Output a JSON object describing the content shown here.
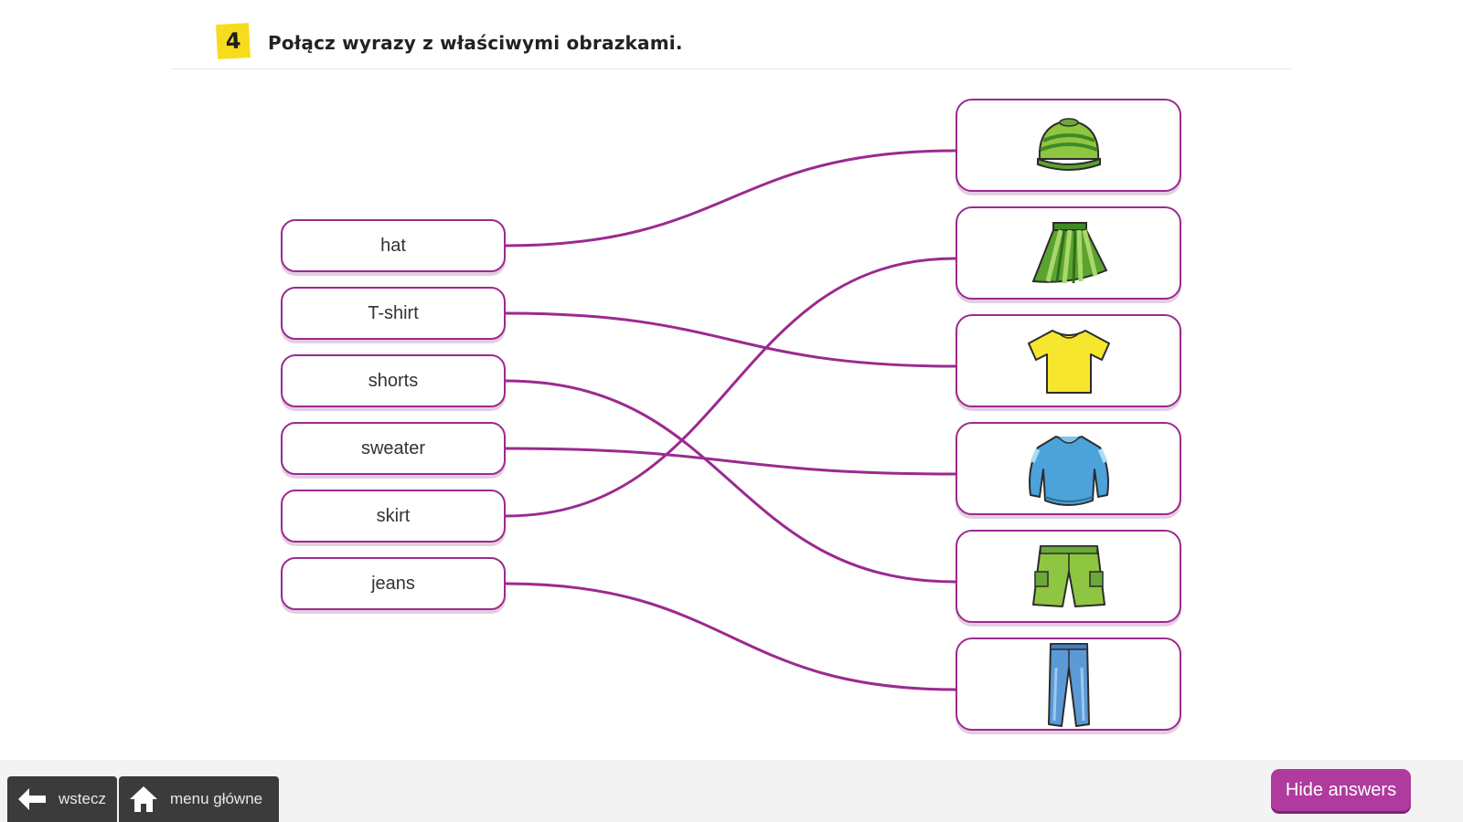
{
  "exercise": {
    "number": "4",
    "title": "Połącz wyrazy z właściwymi obrazkami."
  },
  "words": [
    {
      "label": "hat"
    },
    {
      "label": "T-shirt"
    },
    {
      "label": "shorts"
    },
    {
      "label": "sweater"
    },
    {
      "label": "skirt"
    },
    {
      "label": "jeans"
    }
  ],
  "pictures": [
    {
      "icon": "hat-icon"
    },
    {
      "icon": "skirt-icon"
    },
    {
      "icon": "tshirt-icon"
    },
    {
      "icon": "sweater-icon"
    },
    {
      "icon": "shorts-icon"
    },
    {
      "icon": "jeans-icon"
    }
  ],
  "connections": [
    {
      "word": 0,
      "picture": 0
    },
    {
      "word": 1,
      "picture": 2
    },
    {
      "word": 2,
      "picture": 4
    },
    {
      "word": 3,
      "picture": 3
    },
    {
      "word": 4,
      "picture": 1
    },
    {
      "word": 5,
      "picture": 5
    }
  ],
  "footer": {
    "back_label": "wstecz",
    "menu_label": "menu główne",
    "hide_answers_label": "Hide answers"
  },
  "colors": {
    "accent": "#9b2a8f",
    "badge": "#f7dc1e",
    "button": "#b03a9e",
    "nav": "#3b3b3b"
  }
}
